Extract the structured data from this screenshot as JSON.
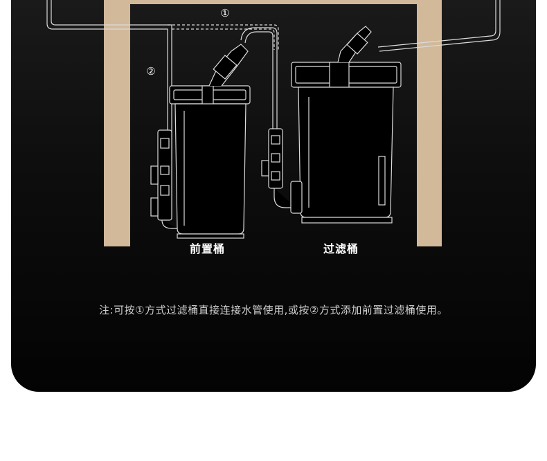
{
  "diagram": {
    "route_1_marker": "①",
    "route_2_marker": "②",
    "labels": {
      "prefilter": "前置桶",
      "canister": "过滤桶"
    },
    "note": "注:可按①方式过滤桶直接连接水管使用,或按②方式添加前置过滤桶使用。",
    "colors": {
      "background": "#0e0e0e",
      "cabinet_wood": "#d2b99a",
      "line": "#dcdcdc"
    }
  }
}
